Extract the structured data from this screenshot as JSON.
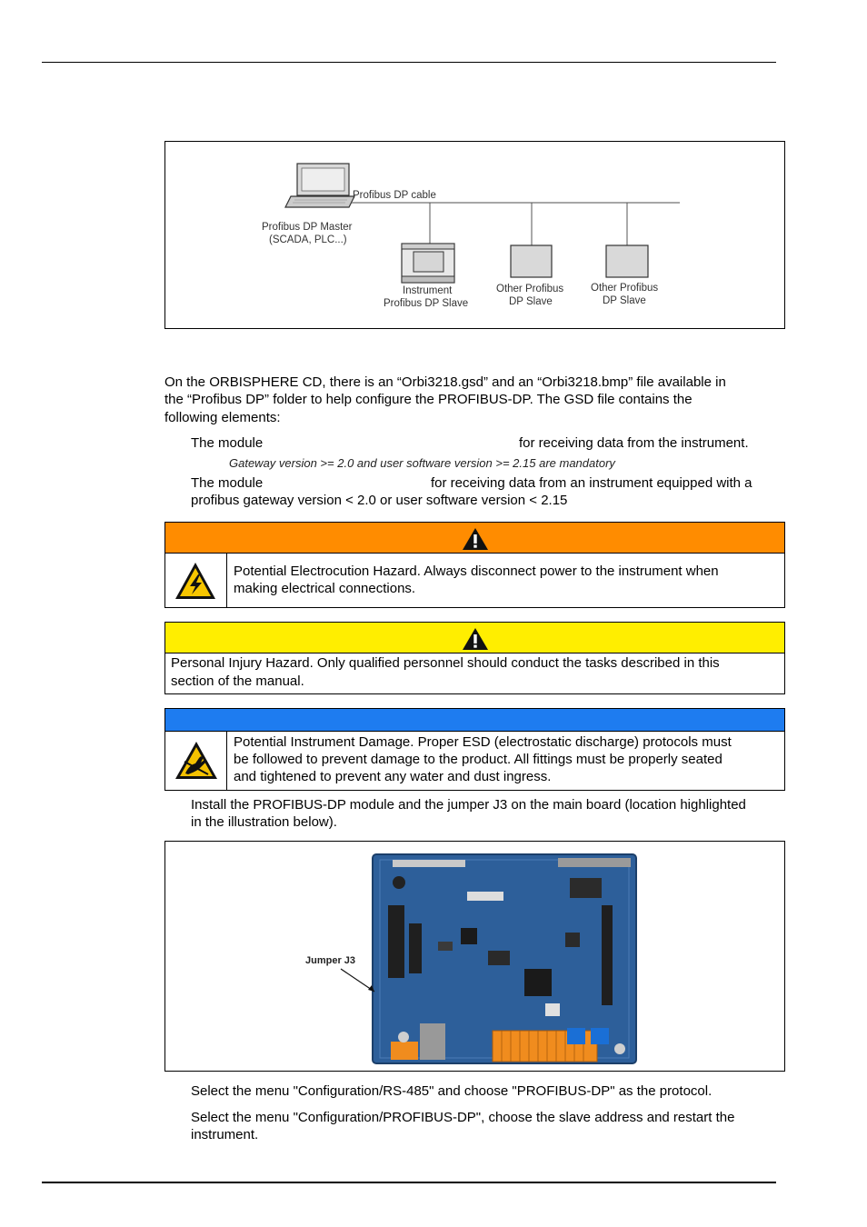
{
  "network_diagram": {
    "cable_label": "Profibus DP cable",
    "master_label_line1": "Profibus DP Master",
    "master_label_line2": "(SCADA, PLC...)",
    "instrument_label_line1": "Instrument",
    "instrument_label_line2": "Profibus DP Slave",
    "other1_label_line1": "Other Profibus",
    "other1_label_line2": "DP Slave",
    "other2_label_line1": "Other Profibus",
    "other2_label_line2": "DP Slave"
  },
  "intro": {
    "line1": "On the ORBISPHERE CD, there is an “Orbi3218.gsd” and an “Orbi3218.bmp” file available in",
    "line2": "the “Profibus DP” folder to help configure the PROFIBUS-DP. The GSD file contains the",
    "line3": "following elements:"
  },
  "modules": {
    "item1_prefix": "The module",
    "item1_suffix": "for receiving data from the instrument.",
    "item1_note": "Gateway version >= 2.0 and user software version >= 2.15 are mandatory",
    "item2_prefix": "The module",
    "item2_suffix": "for receiving data from an instrument equipped with a",
    "item2_line2": "profibus gateway version < 2.0 or user software version < 2.15"
  },
  "danger": {
    "color": "#ff8c00",
    "icon": "electrocution-icon",
    "line1": "Potential Electrocution Hazard. Always disconnect power to the instrument when",
    "line2": "making electrical connections."
  },
  "caution": {
    "color": "#ffee00",
    "line1": "Personal Injury Hazard. Only qualified personnel should conduct the tasks described in this",
    "line2": "section of the manual."
  },
  "notice": {
    "color": "#1e7cf0",
    "icon": "esd-icon",
    "line1": "Potential Instrument Damage. Proper ESD (electrostatic discharge) protocols must",
    "line2": "be followed to prevent damage to the product. All fittings must be properly seated",
    "line3": "and tightened to prevent any water and dust ingress."
  },
  "steps": {
    "install_line1": "Install the PROFIBUS-DP module and the jumper J3 on the main board (location highlighted",
    "install_line2": "in the illustration below).",
    "select_rs485": "Select the menu \"Configuration/RS-485\" and choose \"PROFIBUS-DP\" as the protocol.",
    "select_profibus_line1": "Select the menu \"Configuration/PROFIBUS-DP\", choose the slave address and restart the",
    "select_profibus_line2": "instrument."
  },
  "board_figure": {
    "jumper_label": "Jumper J3"
  }
}
